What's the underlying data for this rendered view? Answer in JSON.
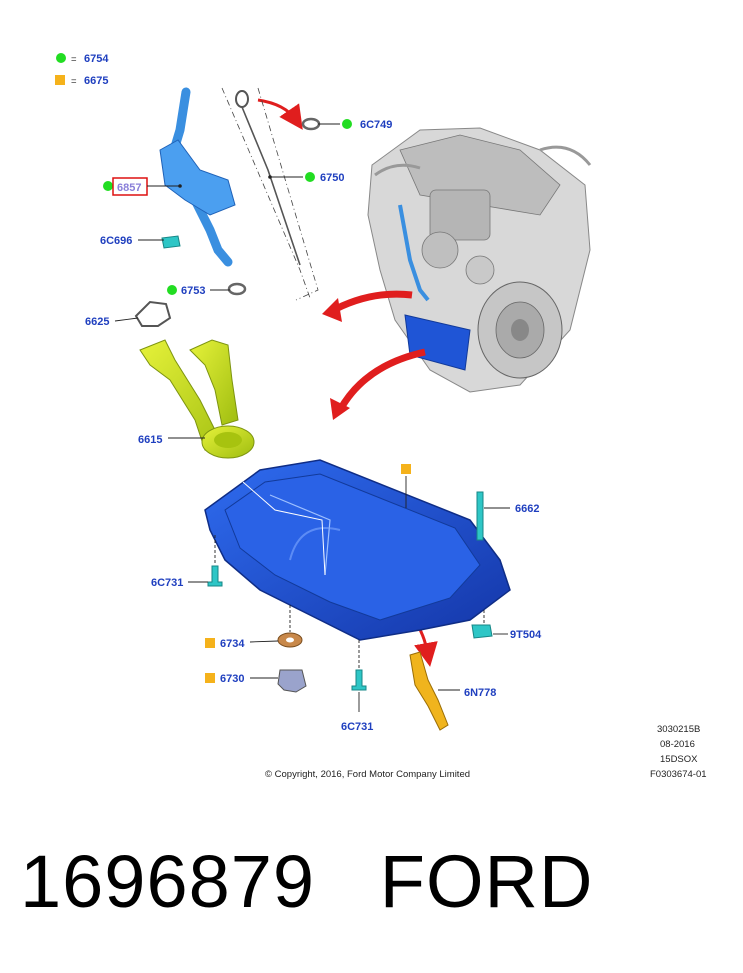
{
  "legend": {
    "green": {
      "symbol": "=",
      "code": "6754"
    },
    "orange": {
      "symbol": "=",
      "code": "6675"
    }
  },
  "parts": {
    "p6C749": "6C749",
    "p6750": "6750",
    "p6857": "6857",
    "p6C696": "6C696",
    "p6753": "6753",
    "p6625": "6625",
    "p6615": "6615",
    "p6662": "6662",
    "p6C731a": "6C731",
    "p6734": "6734",
    "p6730": "6730",
    "p9T504": "9T504",
    "p6N778": "6N778",
    "p6C731b": "6C731"
  },
  "meta": {
    "code": "3030215B",
    "date": "08-2016",
    "model": "15DSOX",
    "ref": "F0303674-01",
    "copyright": "© Copyright, 2016, Ford Motor Company Limited"
  },
  "caption": {
    "part_number": "1696879",
    "brand": "FORD"
  },
  "colors": {
    "green": "#22dd22",
    "orange": "#f5b21b",
    "label": "#1f3fbf",
    "arrow": "#e01e1e",
    "pan": "#1f55d6",
    "pipe": "#3a8fe0",
    "yellow": "#c8e21a",
    "cyan": "#2ec6c6"
  }
}
